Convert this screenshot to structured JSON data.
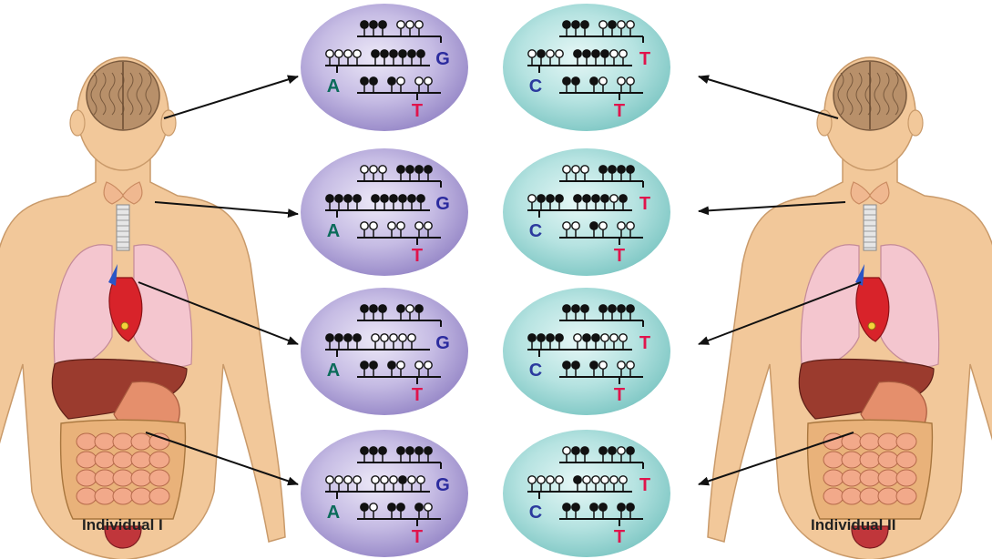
{
  "individuals": [
    {
      "label": "Individual I"
    },
    {
      "label": "Individual II"
    }
  ],
  "colors": {
    "left_cell_fill": "#b3a6d8",
    "right_cell_fill": "#9fd8d6",
    "base_A": "#0b6b5a",
    "base_C": "#2b3a9e",
    "base_G": "#2b2b9e",
    "base_T": "#e0144c",
    "skin": "#f2c89a",
    "brain": "#b8906a"
  },
  "organs": [
    "brain",
    "thyroid",
    "heart",
    "intestine"
  ],
  "columns": [
    {
      "side": "left",
      "individual": "Individual I",
      "cells": [
        {
          "organ": "brain",
          "base_mid": "G",
          "base_low_left": "A",
          "base_low_right": "T",
          "row1": [
            "filled",
            "filled",
            "filled",
            null,
            "open",
            "open",
            "open"
          ],
          "row2": [
            "open",
            "open",
            "open",
            "open",
            null,
            "filled",
            "filled",
            "filled",
            "filled",
            "filled",
            "filled"
          ],
          "row3": [
            "filled",
            "filled",
            null,
            "filled",
            "open",
            null,
            "open",
            "open"
          ]
        },
        {
          "organ": "thyroid",
          "base_mid": "G",
          "base_low_left": "A",
          "base_low_right": "T",
          "row1": [
            "open",
            "open",
            "open",
            null,
            "filled",
            "filled",
            "filled",
            "filled"
          ],
          "row2": [
            "filled",
            "filled",
            "filled",
            "filled",
            null,
            "filled",
            "filled",
            "filled",
            "filled",
            "filled",
            "filled"
          ],
          "row3": [
            "open",
            "open",
            null,
            "open",
            "open",
            null,
            "open",
            "open"
          ]
        },
        {
          "organ": "heart",
          "base_mid": "G",
          "base_low_left": "A",
          "base_low_right": "T",
          "row1": [
            "filled",
            "filled",
            "filled",
            null,
            "filled",
            "open",
            "filled"
          ],
          "row2": [
            "filled",
            "filled",
            "filled",
            "filled",
            null,
            "open",
            "open",
            "open",
            "open",
            "open"
          ],
          "row3": [
            "filled",
            "filled",
            null,
            "filled",
            "open",
            null,
            "open",
            "open"
          ]
        },
        {
          "organ": "intestine",
          "base_mid": "G",
          "base_low_left": "A",
          "base_low_right": "T",
          "row1": [
            "filled",
            "filled",
            "filled",
            null,
            "filled",
            "filled",
            "filled",
            "filled"
          ],
          "row2": [
            "open",
            "open",
            "open",
            "open",
            null,
            "open",
            "open",
            "open",
            "filled",
            "open",
            "open"
          ],
          "row3": [
            "filled",
            "open",
            null,
            "filled",
            "filled",
            null,
            "filled",
            "open"
          ]
        }
      ]
    },
    {
      "side": "right",
      "individual": "Individual II",
      "cells": [
        {
          "organ": "brain",
          "base_mid": "T",
          "base_low_left": "C",
          "base_low_right": "T",
          "row1": [
            "filled",
            "filled",
            "filled",
            null,
            "open",
            "filled",
            "open",
            "open"
          ],
          "row2": [
            "open",
            "filled",
            "open",
            "open",
            null,
            "filled",
            "filled",
            "filled",
            "filled",
            "open",
            "open"
          ],
          "row3": [
            "filled",
            "filled",
            null,
            "filled",
            "open",
            null,
            "open",
            "open"
          ]
        },
        {
          "organ": "thyroid",
          "base_mid": "T",
          "base_low_left": "C",
          "base_low_right": "T",
          "row1": [
            "open",
            "open",
            "open",
            null,
            "filled",
            "filled",
            "filled",
            "filled"
          ],
          "row2": [
            "open",
            "filled",
            "filled",
            "filled",
            null,
            "filled",
            "filled",
            "filled",
            "filled",
            "open",
            "filled"
          ],
          "row3": [
            "open",
            "open",
            null,
            "filled",
            "open",
            null,
            "open",
            "open"
          ]
        },
        {
          "organ": "heart",
          "base_mid": "T",
          "base_low_left": "C",
          "base_low_right": "T",
          "row1": [
            "filled",
            "filled",
            "filled",
            null,
            "filled",
            "filled",
            "filled",
            "filled"
          ],
          "row2": [
            "filled",
            "filled",
            "filled",
            "filled",
            null,
            "open",
            "filled",
            "filled",
            "open",
            "open",
            "open"
          ],
          "row3": [
            "filled",
            "filled",
            null,
            "filled",
            "open",
            null,
            "open",
            "open"
          ]
        },
        {
          "organ": "intestine",
          "base_mid": "T",
          "base_low_left": "C",
          "base_low_right": "T",
          "row1": [
            "open",
            "filled",
            "filled",
            null,
            "filled",
            "filled",
            "open",
            "filled"
          ],
          "row2": [
            "open",
            "open",
            "open",
            "open",
            null,
            "filled",
            "open",
            "open",
            "open",
            "open",
            "open"
          ],
          "row3": [
            "filled",
            "filled",
            null,
            "filled",
            "filled",
            null,
            "filled",
            "filled"
          ]
        }
      ]
    }
  ]
}
